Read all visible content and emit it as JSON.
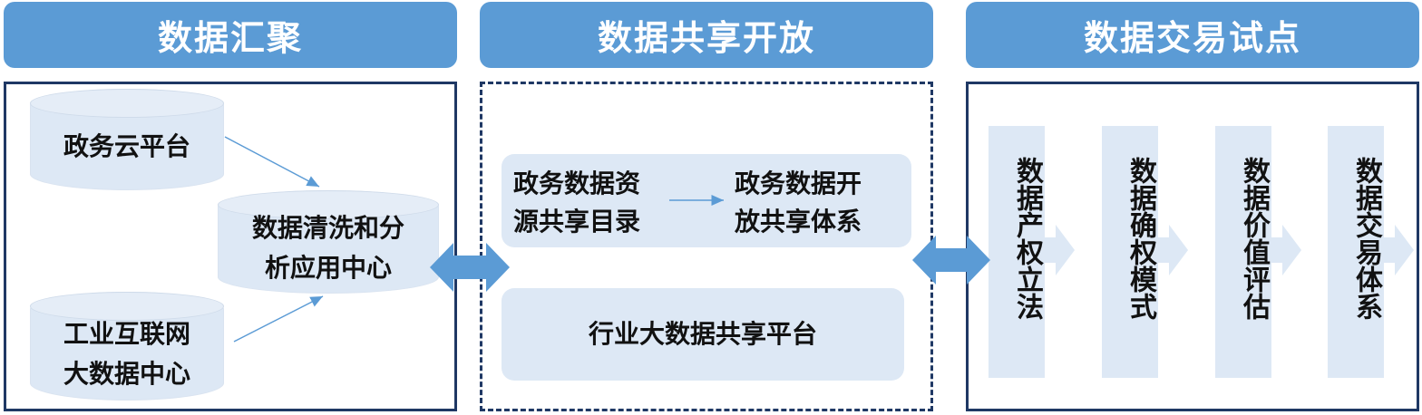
{
  "headers": {
    "aggregation": "数据汇聚",
    "sharing": "数据共享开放",
    "trading": "数据交易试点"
  },
  "aggregation": {
    "gov_cloud": "政务云平台",
    "cleaning_center": [
      "数据清洗和分",
      "析应用中心"
    ],
    "industrial_center": [
      "工业互联网",
      "大数据中心"
    ]
  },
  "sharing": {
    "catalog": [
      "政务数据资",
      "源共享目录"
    ],
    "open_system": [
      "政务数据开",
      "放共享体系"
    ],
    "industry_platform": "行业大数据共享平台"
  },
  "trading": {
    "steps": [
      "数据产权立法",
      "数据确权模式",
      "数据价值评估",
      "数据交易体系"
    ]
  },
  "colors": {
    "header_blue": "#5b9bd5",
    "panel_border": "#1f3864",
    "box_fill": "#dde8f5",
    "arrow_blue": "#5b9bd5"
  }
}
